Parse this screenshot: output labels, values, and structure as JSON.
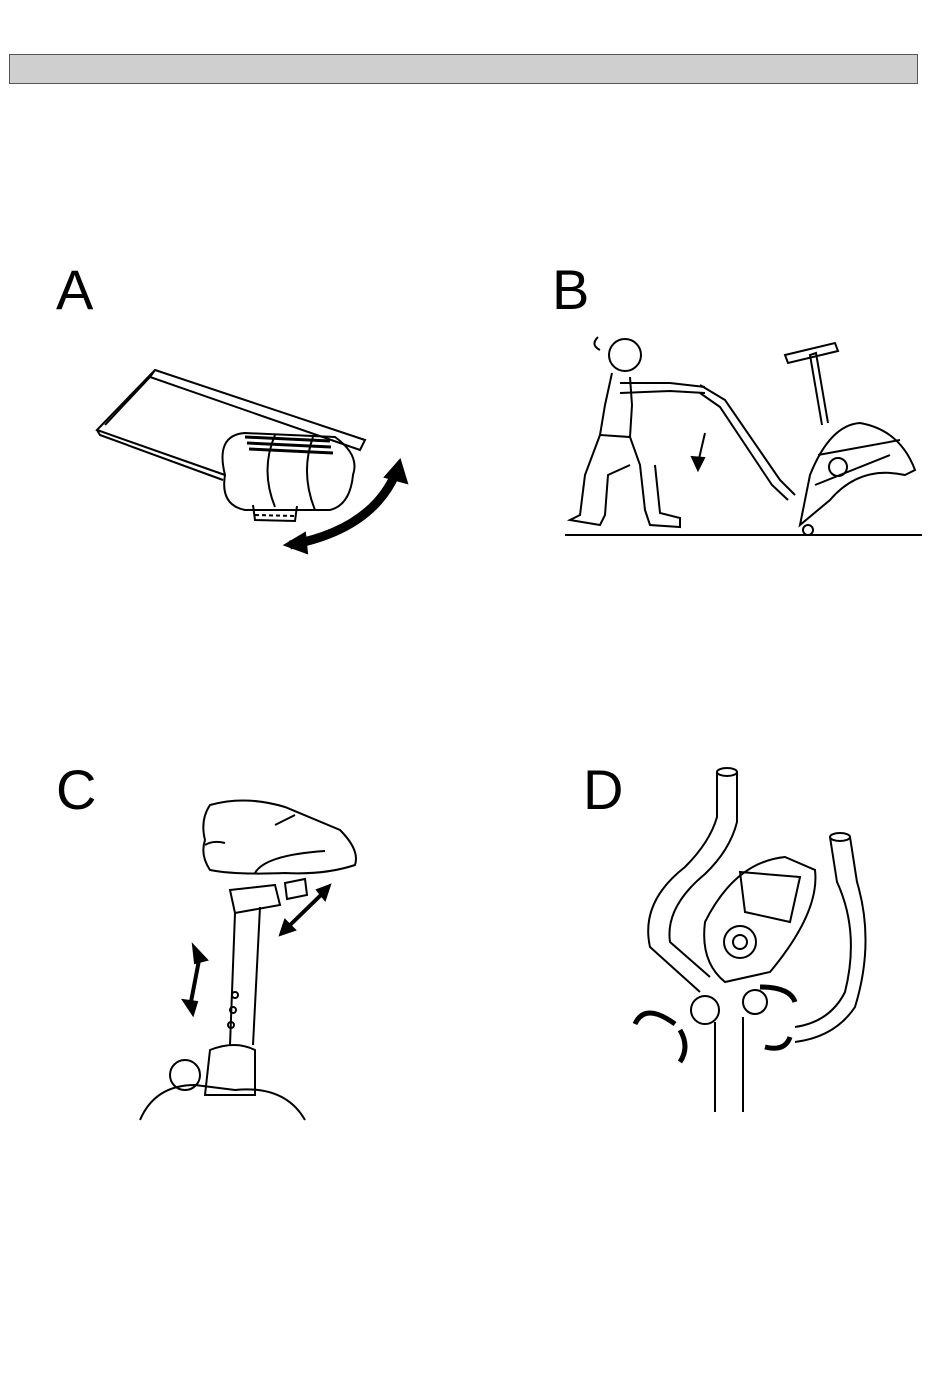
{
  "header": {
    "title": ""
  },
  "panels": [
    {
      "letter": "A",
      "figure": "stabilizer-leveling-knob-icon"
    },
    {
      "letter": "B",
      "figure": "moving-bike-icon"
    },
    {
      "letter": "C",
      "figure": "seat-adjustment-icon"
    },
    {
      "letter": "D",
      "figure": "handlebar-adjustment-icon"
    }
  ]
}
